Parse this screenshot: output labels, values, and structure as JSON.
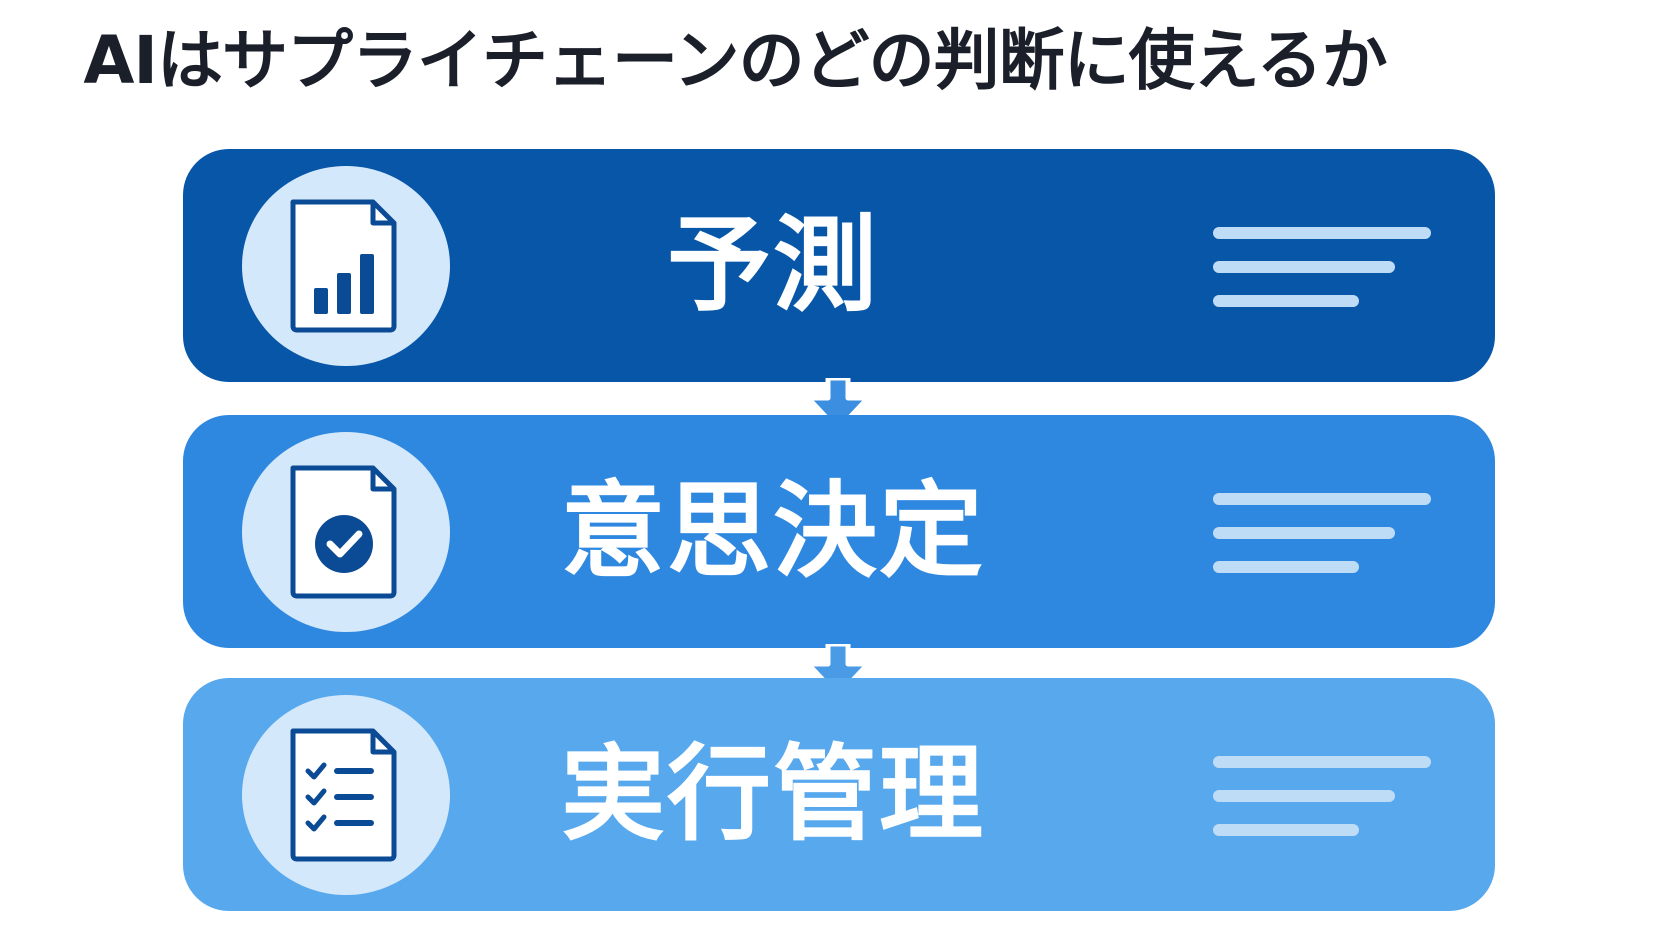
{
  "title": "AIはサプライチェーンのどの判断に使えるか",
  "stages": [
    {
      "label": "予測",
      "icon": "document-bar-chart-icon",
      "color": "#0756a8"
    },
    {
      "label": "意思決定",
      "icon": "document-check-icon",
      "color": "#2f88e0"
    },
    {
      "label": "実行管理",
      "icon": "document-checklist-icon",
      "color": "#57a8ed"
    }
  ],
  "colors": {
    "icon_bg": "#d4e8fb",
    "icon_stroke": "#0b4a94",
    "deco_line": "#bfdcf7",
    "title": "#1b1f2a"
  }
}
